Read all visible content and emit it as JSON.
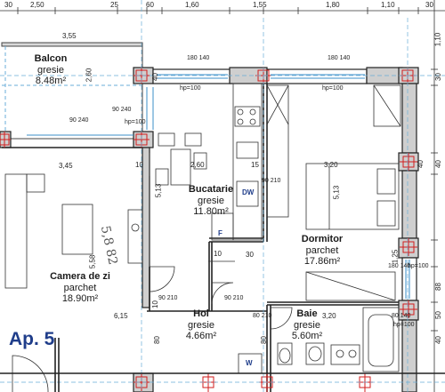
{
  "apartment": {
    "label": "Ap. 5"
  },
  "rooms": [
    {
      "id": "balcon",
      "name": "Balcon",
      "floor": "gresie",
      "area": "8.48m²"
    },
    {
      "id": "bucatarie",
      "name": "Bucatarie",
      "floor": "gresie",
      "area": "11.80m²"
    },
    {
      "id": "dormitor",
      "name": "Dormitor",
      "floor": "parchet",
      "area": "17.86m²"
    },
    {
      "id": "camera",
      "name": "Camera de zi",
      "floor": "parchet",
      "area": "18.90m²"
    },
    {
      "id": "hol",
      "name": "Hol",
      "floor": "gresie",
      "area": "4.66m²"
    },
    {
      "id": "baie",
      "name": "Baie",
      "floor": "gresie",
      "area": "5.60m²"
    }
  ],
  "top_dimensions": [
    "30",
    "2,50",
    "25",
    "60",
    "1,60",
    "1,55",
    "1,80",
    "1,10",
    "30"
  ],
  "right_dimensions": [
    "1,10",
    "30",
    "40",
    "88",
    "50",
    "40"
  ],
  "interior_dimensions": {
    "balcon_width": "3,55",
    "balcon_height": "2,60",
    "camera_width": "3,45",
    "camera_height": "5,58",
    "kitchen_width": "2,60",
    "kitchen_height": "5,13",
    "dormitor_width": "3,20",
    "dormitor_height": "5,13",
    "hol_width": "6,15",
    "baie_width": "3,20",
    "wall_40a": "40",
    "wall_40b": "40",
    "wall_10a": "10",
    "wall_10b": "10",
    "wall_15": "15",
    "wall_10c": "10",
    "wall_80a": "80",
    "wall_80b": "80",
    "wall_125": "1,25",
    "wall_30": "30"
  },
  "window_marks": [
    {
      "w": "180",
      "h": "140"
    },
    {
      "w": "180",
      "h": "140"
    },
    {
      "w": "180",
      "h": "140"
    },
    {
      "w": "90",
      "h": "240"
    },
    {
      "w": "90",
      "h": "240"
    },
    {
      "w": "90",
      "h": "210"
    },
    {
      "w": "90",
      "h": "210"
    },
    {
      "w": "90",
      "h": "210"
    },
    {
      "w": "80",
      "h": "210"
    },
    {
      "w": "80",
      "h": "140"
    }
  ],
  "parapet_labels": [
    "hp=100",
    "hp=100",
    "hp=100",
    "hp=100",
    "hp=100"
  ],
  "fixture_labels": {
    "dw": "DW",
    "fridge": "F",
    "wash": "W"
  },
  "handwritten_note": "5,8 82"
}
